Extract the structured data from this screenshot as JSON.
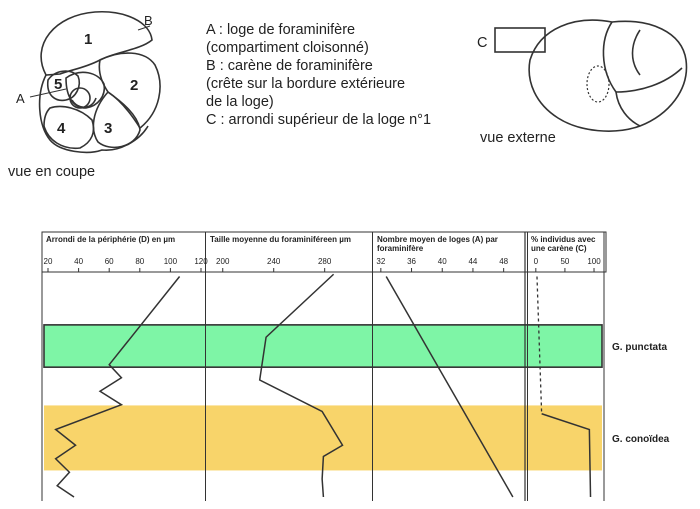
{
  "drawing": {
    "coupe_caption": "vue en coupe",
    "externe_caption": "vue externe",
    "coupe_labels": {
      "l1": "1",
      "l2": "2",
      "l3": "3",
      "l4": "4",
      "l5": "5",
      "lA": "A",
      "lB": "B"
    },
    "externe_label_c": "C"
  },
  "legend": {
    "line_a": "A : loge de foraminifère",
    "line_b": "(compartiment cloisonné)",
    "line_c": "B : carène de foraminifère",
    "line_d": "(crête sur la bordure extérieure",
    "line_e": "de la loge)",
    "line_f": "C : arrondi supérieur de la loge n°1"
  },
  "colors": {
    "punctata_band": "#7ef5a6",
    "conoidea_band": "#f8d46a",
    "ink": "#333333"
  },
  "chart_data": {
    "type": "line",
    "y_direction": "down",
    "bands": [
      {
        "name": "G. punctata",
        "color": "#7ef5a6",
        "from": 0.235,
        "to": 0.423
      },
      {
        "name": "G. conoïdea",
        "color": "#f8d46a",
        "from": 0.593,
        "to": 0.882
      }
    ],
    "panels": [
      {
        "title_lines": [
          "Arrondi de la périphérie (D) en µm"
        ],
        "ticks": [
          "20",
          "40",
          "60",
          "80",
          "100",
          "120"
        ],
        "tick_values": [
          20,
          40,
          60,
          80,
          100,
          120
        ],
        "xlim": [
          20,
          120
        ],
        "points": [
          [
            106,
            0.02
          ],
          [
            60,
            0.412
          ],
          [
            68,
            0.47
          ],
          [
            54,
            0.53
          ],
          [
            68,
            0.59
          ],
          [
            25,
            0.7
          ],
          [
            38,
            0.77
          ],
          [
            25,
            0.83
          ],
          [
            34,
            0.89
          ],
          [
            26,
            0.95
          ],
          [
            37,
            1.0
          ]
        ]
      },
      {
        "title_lines": [
          "Taille moyenne du foraminiféreen µm"
        ],
        "ticks": [
          "200",
          "240",
          "280"
        ],
        "tick_values": [
          200,
          240,
          280
        ],
        "xlim": [
          190,
          314
        ],
        "points": [
          [
            287,
            0.01
          ],
          [
            234,
            0.29
          ],
          [
            229,
            0.48
          ],
          [
            278,
            0.62
          ],
          [
            294,
            0.77
          ],
          [
            279,
            0.82
          ],
          [
            278,
            0.92
          ],
          [
            279,
            1.0
          ]
        ]
      },
      {
        "title_lines": [
          "Nombre moyen de loges (A) par",
          "foraminifère"
        ],
        "ticks": [
          "32",
          "36",
          "40",
          "44",
          "48"
        ],
        "tick_values": [
          32,
          36,
          40,
          44,
          48
        ],
        "xlim": [
          31.5,
          50
        ],
        "points": [
          [
            32.7,
            0.02
          ],
          [
            49.2,
            1.0
          ]
        ]
      },
      {
        "title_lines": [
          "% individus avec",
          "une carène (C)"
        ],
        "ticks": [
          "0",
          "50",
          "100"
        ],
        "tick_values": [
          0,
          50,
          100
        ],
        "xlim": [
          -10,
          112
        ],
        "points": [
          [
            2,
            0.02
          ],
          [
            10,
            0.63
          ],
          [
            92,
            0.7
          ],
          [
            94,
            1.0
          ]
        ],
        "dashed_until": 0.63
      }
    ],
    "band_labels": [
      "G. punctata",
      "G. conoïdea"
    ]
  }
}
